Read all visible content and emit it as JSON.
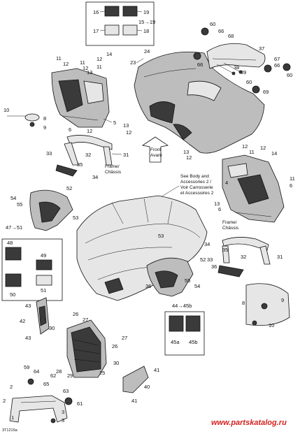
{
  "callouts": {
    "c16": "16",
    "c19": "19",
    "c17": "17",
    "c18": "18",
    "c15_19": "15→19",
    "c60a": "60",
    "c66a": "66",
    "c68": "68",
    "c37": "37",
    "c67": "67",
    "c66b": "66",
    "c60b": "60",
    "c60c": "60",
    "c69": "69",
    "c24": "24",
    "c23": "23",
    "c66c": "66",
    "c38": "38",
    "c39": "39",
    "c12a": "12",
    "c14a": "14",
    "c11a": "11",
    "c12b": "12",
    "c11b": "11",
    "c12c": "12",
    "c13a": "13",
    "c11c": "11",
    "c5": "5",
    "c10": "10",
    "c8a": "8",
    "c9a": "9",
    "c6a": "6",
    "c12d": "12",
    "c32": "32",
    "c31a": "31",
    "c33a": "33",
    "c35a": "35",
    "c34a": "34",
    "c13b": "13",
    "c12e": "12",
    "c13c": "13",
    "c12f": "12",
    "c11d": "11",
    "c14b": "14",
    "c4": "4",
    "c11e": "11",
    "c12g": "12",
    "c52a": "52",
    "c54a": "54",
    "c55a": "55",
    "c53a": "53",
    "c47_51": "47→51",
    "c48": "48",
    "c49": "49",
    "c50": "50",
    "c51": "51",
    "c53b": "53",
    "c52b": "52",
    "c36a": "36",
    "c55b": "55",
    "c54b": "54",
    "c36b": "36",
    "c34b": "34",
    "c35b": "35",
    "c32b": "32",
    "c33b": "33",
    "c31b": "31",
    "c6b": "6",
    "c12h": "12",
    "c13d": "13",
    "c43": "43",
    "c42": "42",
    "c26a": "26",
    "c27a": "27",
    "c30a": "30",
    "c28": "28",
    "c29": "29",
    "c25": "25",
    "c26b": "26",
    "c27b": "27",
    "c30b": "30",
    "c43b": "43",
    "c41a": "41",
    "c40": "40",
    "c41b": "41",
    "c59": "59",
    "c64": "64",
    "c62": "62",
    "c63": "63",
    "c65": "65",
    "c61": "61",
    "c2a": "2",
    "c2b": "2",
    "c1": "1",
    "c3a": "3",
    "c3b": "3",
    "c8b": "8",
    "c9b": "9",
    "c10b": "10",
    "c44_45b": "44→45b",
    "c45a": "45a",
    "c45b": "45b",
    "c6c": "6"
  },
  "notes": {
    "frame_chassis_1": [
      "Frame/",
      "Châssis"
    ],
    "frame_chassis_2": [
      "Frame/",
      "Châssis"
    ],
    "see_body": [
      "See Body and",
      "Accessories 2 /",
      "Voir Carrosserie",
      "et Accessoires 2"
    ],
    "front_avant": [
      "Front",
      "Avant"
    ]
  },
  "footer": {
    "drawing_code": "3T1215a",
    "watermark": "www.partskatalog.ru"
  },
  "colors": {
    "line": "#111111",
    "part_fill": "#bdbdbd",
    "dark_fill": "#3a3a3a",
    "watermark": "#d42020"
  }
}
